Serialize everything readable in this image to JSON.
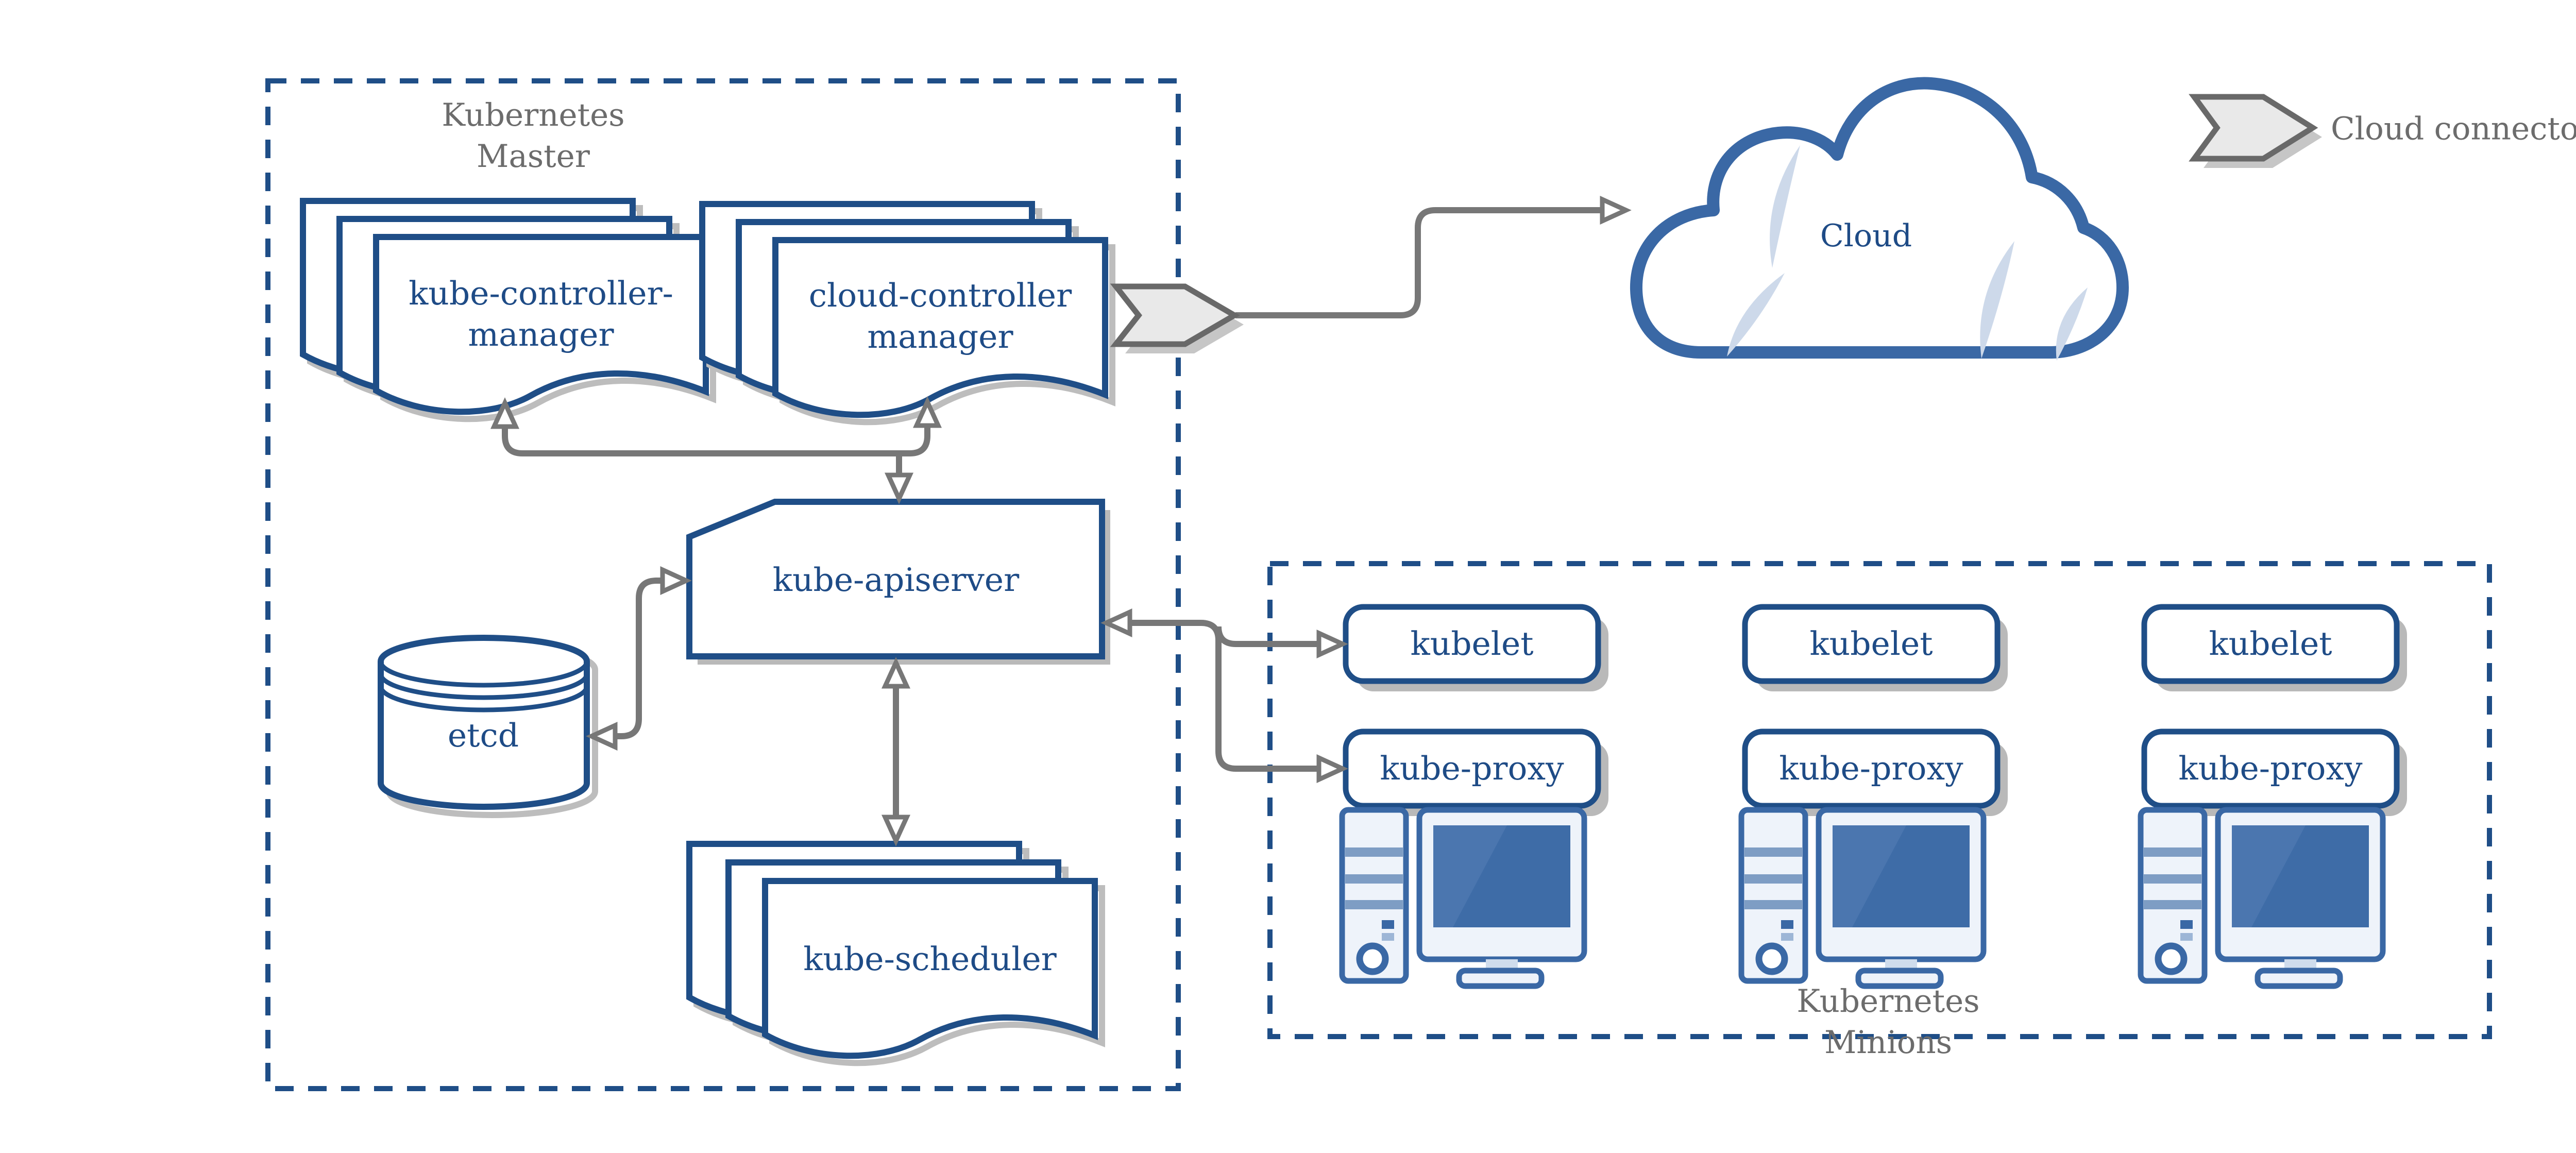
{
  "master": {
    "label": {
      "line1": "Kubernetes",
      "line2": "Master"
    },
    "controller_manager": {
      "line1": "kube-controller-",
      "line2": "manager"
    },
    "cloud_controller_manager": {
      "line1": "cloud-controller",
      "line2": "manager"
    },
    "apiserver": {
      "label": "kube-apiserver"
    },
    "etcd": {
      "label": "etcd"
    },
    "scheduler": {
      "label": "kube-scheduler"
    }
  },
  "cloud": {
    "label": "Cloud"
  },
  "legend": {
    "cloud_connector": "Cloud connector"
  },
  "minions": {
    "label": {
      "line1": "Kubernetes",
      "line2": "Minions"
    },
    "nodes": [
      {
        "kubelet": "kubelet",
        "kube_proxy": "kube-proxy"
      },
      {
        "kubelet": "kubelet",
        "kube_proxy": "kube-proxy"
      },
      {
        "kubelet": "kubelet",
        "kube_proxy": "kube-proxy"
      }
    ]
  },
  "colors": {
    "primary_blue": "#1f4e87",
    "node_text_blue": "#1e4b86",
    "accent_blue": "#3a68a5",
    "screen_blue": "#3e6ca7",
    "screen_sheen_blue": "#4b76af",
    "light_blue": "#cdd9ea",
    "stripe_blue": "#7e9dc4",
    "gray_text": "#6c6c6c",
    "arrow_gray": "#777777",
    "shadow_gray": "#bdbdbd",
    "chevron_fill": "#e9e9e9"
  }
}
